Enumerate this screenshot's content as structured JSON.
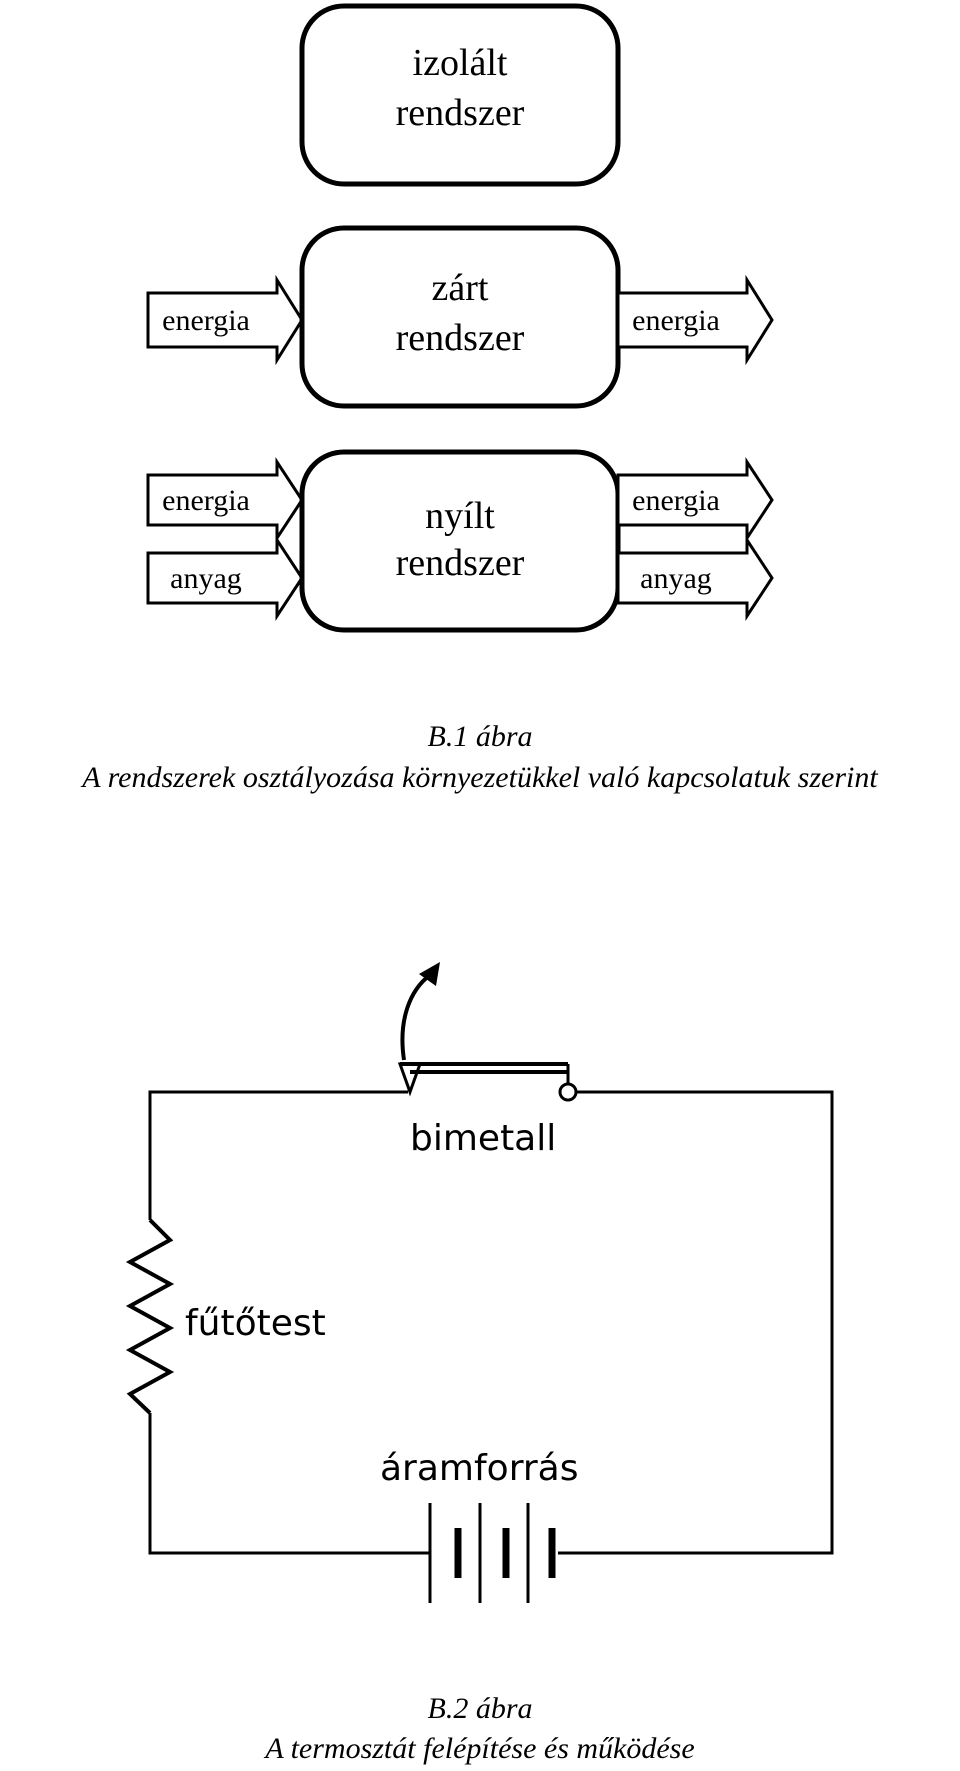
{
  "figure1": {
    "boxes": {
      "isolated": {
        "line1": "izolált",
        "line2": "rendszer"
      },
      "closed": {
        "line1": "zárt",
        "line2": "rendszer"
      },
      "open": {
        "line1": "nyílt",
        "line2": "rendszer"
      }
    },
    "arrows": {
      "energy": "energia",
      "matter": "anyag"
    },
    "caption": {
      "number": "B.1 ábra",
      "title": "A rendszerek osztályozása környezetükkel való kapcsolatuk szerint"
    }
  },
  "figure2": {
    "labels": {
      "bimetal": "bimetall",
      "heater": "fűtőtest",
      "power_source": "áramforrás"
    },
    "caption": {
      "number": "B.2 ábra",
      "title": "A termosztát felépítése és működése"
    }
  }
}
